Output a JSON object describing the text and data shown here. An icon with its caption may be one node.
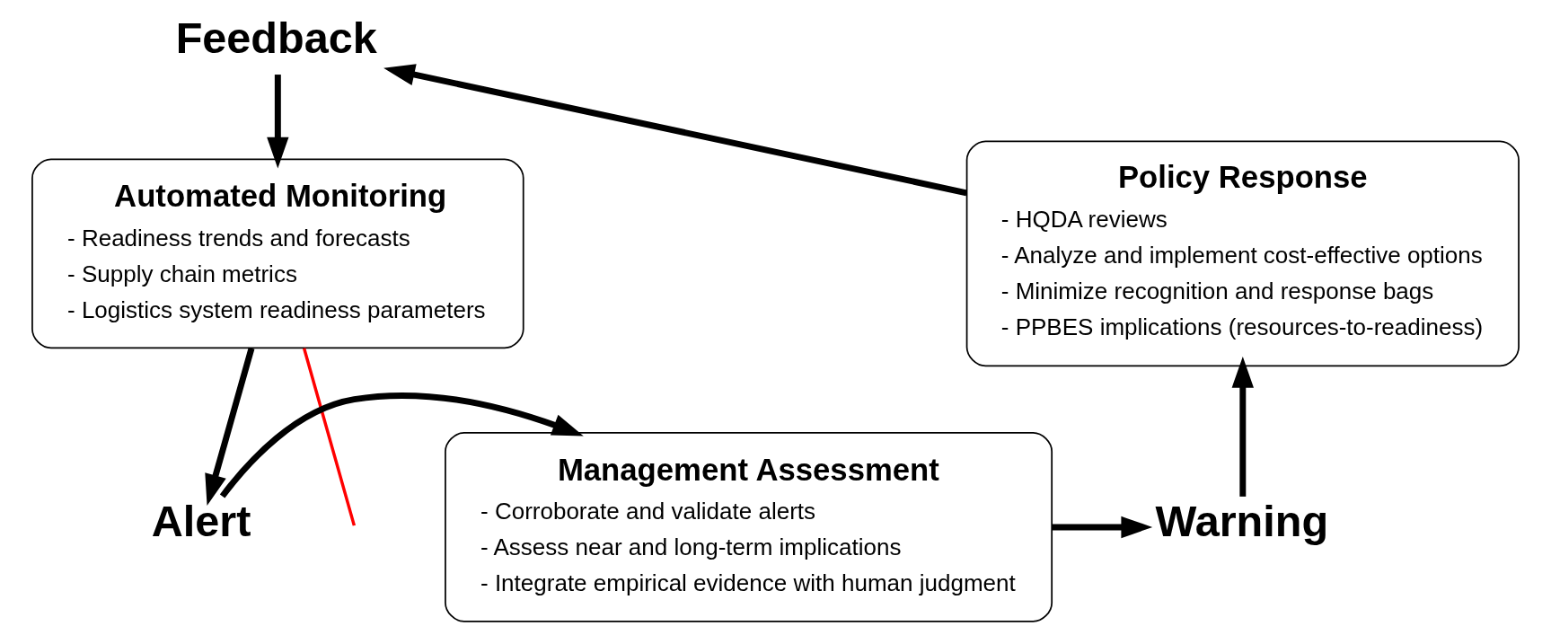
{
  "diagram": {
    "nodes": [
      {
        "text": [
          "Feedback"
        ]
      },
      {
        "text": [
          "Automated Monitoring",
          "- Readiness trends and forecasts",
          "- Supply chain metrics",
          "- Logistics system readiness parameters"
        ]
      },
      {
        "text": [
          "Policy Response",
          "- HQDA reviews",
          "- Analyze and implement cost-effective options",
          "- Minimize recognition and response bags",
          "- PPBES implications (resources-to-readiness)"
        ]
      },
      {
        "text": [
          "Alert"
        ]
      },
      {
        "text": [
          "Management Assessment",
          "- Corroborate and validate alerts",
          "- Assess near and long-term implications",
          "- Integrate empirical evidence with human judgment"
        ]
      },
      {
        "text": [
          "Warning"
        ]
      }
    ],
    "edges": [
      {
        "from": 0,
        "to": 1,
        "arrow": "to"
      },
      {
        "from": 1,
        "to": 3,
        "arrow": "to"
      },
      {
        "from": 3,
        "to": 4,
        "arrow": "to"
      },
      {
        "from": 4,
        "to": 5,
        "arrow": "to"
      },
      {
        "from": 5,
        "to": 2,
        "arrow": "to"
      },
      {
        "from": 2,
        "to": 0,
        "arrow": "to"
      },
      {
        "from": 1,
        "to": null,
        "arrow": "none",
        "color": "#ff0000"
      }
    ]
  }
}
